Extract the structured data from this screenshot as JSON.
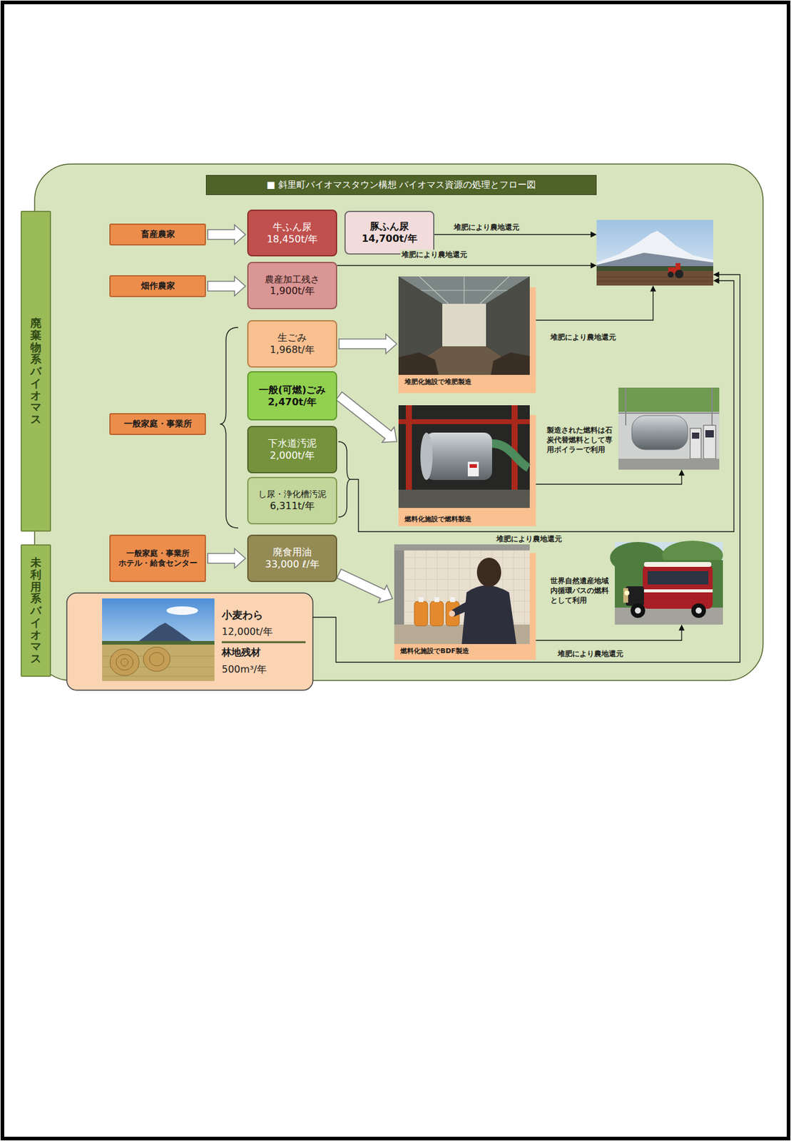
{
  "diagram": {
    "title": "■ 斜里町バイオマスタウン構想 バイオマス資源の処理とフロー図",
    "nodes": [
      {
        "text": [
          "廃棄物系バイオマス"
        ]
      },
      {
        "text": [
          "畜産農家"
        ]
      },
      {
        "text": [
          "牛ふん尿",
          "18,450t/年"
        ]
      },
      {
        "text": [
          "豚ふん尿",
          "14,700t/年"
        ]
      },
      {
        "text": [
          "畑作農家"
        ]
      },
      {
        "text": [
          "農産加工残さ",
          "1,900t/年"
        ]
      },
      {
        "text": [
          "堆肥化施設で堆肥製造"
        ]
      },
      {
        "text": [
          "生ごみ",
          "1,968t/年"
        ]
      },
      {
        "text": [
          "一般(可燃)ごみ",
          "2,470t/年"
        ]
      },
      {
        "text": [
          "一般家庭・事業所"
        ]
      },
      {
        "text": [
          "燃料化施設で燃料製造"
        ]
      },
      {
        "text": [
          "下水道汚泥",
          "2,000t/年"
        ]
      },
      {
        "text": [
          "し尿・浄化槽汚泥",
          "6,311t/年"
        ]
      },
      {
        "text": [
          "未利用系バイオマス"
        ]
      },
      {
        "text": [
          "一般家庭・事業所",
          "ホテル・給食センター"
        ]
      },
      {
        "text": [
          "廃食用油",
          "33,000 ℓ/年"
        ]
      },
      {
        "text": [
          "燃料化施設でBDF製造"
        ]
      },
      {
        "text": [
          "小麦わら",
          "12,000t/年",
          "林地残材",
          "500m³/年"
        ]
      }
    ],
    "edges": [
      {
        "from": 1,
        "to": 2,
        "arrow": "to"
      },
      {
        "from": 4,
        "to": 5,
        "arrow": "to"
      },
      {
        "from": 7,
        "to": 6,
        "arrow": "to"
      },
      {
        "from": 8,
        "to": 10,
        "arrow": "to"
      },
      {
        "from": 14,
        "to": 15,
        "arrow": "to"
      },
      {
        "from": 15,
        "to": 16,
        "arrow": "to"
      }
    ],
    "labels": [
      "堆肥により農地還元",
      "堆肥により農地還元",
      "堆肥により農地還元",
      "製造された燃料は石炭代替燃料として専用ボイラーで利用",
      "堆肥により農地還元",
      "世界自然遺産地域内循環バスの燃料として利用",
      "堆肥により農地還元"
    ]
  }
}
